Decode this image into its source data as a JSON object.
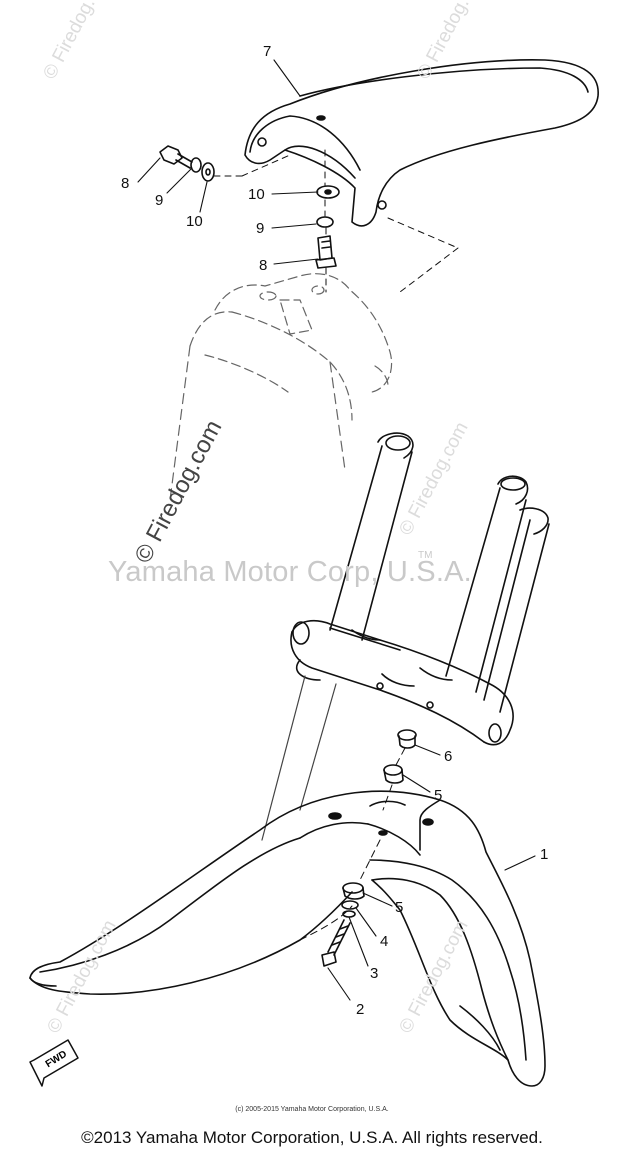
{
  "callouts": {
    "c1": "1",
    "c2": "2",
    "c3": "3",
    "c4": "4",
    "c5a": "5",
    "c5b": "5",
    "c6": "6",
    "c7": "7",
    "c8a": "8",
    "c8b": "8",
    "c9a": "9",
    "c9b": "9",
    "c10a": "10",
    "c10b": "10"
  },
  "watermarks": {
    "firedog": "© Firedog.com",
    "yamaha": "Yamaha Motor Corp, U.S.A.",
    "tm": "TM"
  },
  "fwd_label": "FWD",
  "small_copyright": "(c) 2005-2015 Yamaha Motor Corporation, U.S.A.",
  "footer": "©2013 Yamaha Motor Corporation, U.S.A. All rights reserved."
}
